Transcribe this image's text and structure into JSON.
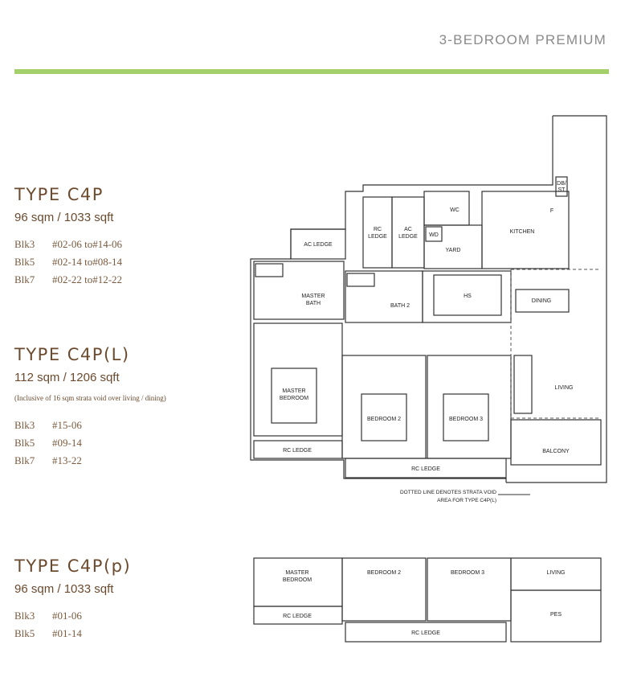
{
  "header": {
    "title": "3-BEDROOM PREMIUM"
  },
  "units": [
    {
      "type": "TYPE C4P",
      "area": "96 sqm /  1033 sqft",
      "note": "",
      "rows": [
        {
          "blk": "Blk3",
          "range": "#02-06 to#14-06"
        },
        {
          "blk": "Blk5",
          "range": "#02-14 to#08-14"
        },
        {
          "blk": "Blk7",
          "range": "#02-22 to#12-22"
        }
      ]
    },
    {
      "type": "TYPE C4P(L)",
      "area": "112 sqm /  1206 sqft",
      "note": "(Inclusive of 16 sqm strata void over living  / dining)",
      "rows": [
        {
          "blk": "Blk3",
          "range": "#15-06"
        },
        {
          "blk": "Blk5",
          "range": "#09-14"
        },
        {
          "blk": "Blk7",
          "range": "#13-22"
        }
      ]
    },
    {
      "type": "TYPE C4P(p)",
      "area": "96 sqm /  1033 sqft",
      "note": "",
      "rows": [
        {
          "blk": "Blk3",
          "range": "#01-06"
        },
        {
          "blk": "Blk5",
          "range": "#01-14"
        }
      ]
    }
  ],
  "plan": {
    "rooms": {
      "ac_ledge_1": "AC LEDGE",
      "rc_ledge_top_1": "RC",
      "rc_ledge_top_2": "LEDGE",
      "ac_ledge_2a": "AC",
      "ac_ledge_2b": "LEDGE",
      "wc": "WC",
      "wd": "WD",
      "yard": "YARD",
      "kitchen": "KITCHEN",
      "db_st_1": "DB/",
      "db_st_2": "ST",
      "fridge": "F",
      "master_bath_1": "MASTER",
      "master_bath_2": "BATH",
      "bath2": "BATH 2",
      "hs": "HS",
      "dining": "DINING",
      "master_bedroom_1": "MASTER",
      "master_bedroom_2": "BEDROOM",
      "bedroom2": "BEDROOM 2",
      "bedroom3": "BEDROOM 3",
      "living": "LIVING",
      "balcony": "BALCONY",
      "rc_ledge_left": "RC LEDGE",
      "rc_ledge_bottom": "RC LEDGE"
    },
    "void_note_1": "DOTTED LINE DENOTES STRATA VOID",
    "void_note_2": "AREA FOR TYPE C4P(L)"
  },
  "plan2": {
    "master_bedroom_1": "MASTER",
    "master_bedroom_2": "BEDROOM",
    "bedroom2": "BEDROOM 2",
    "bedroom3": "BEDROOM 3",
    "living": "LIVING",
    "pes": "PES",
    "rc_ledge_left": "RC LEDGE",
    "rc_ledge_bottom": "RC LEDGE"
  },
  "colors": {
    "accent_green": "#a5cf6b",
    "brown_text": "#6b4a2e",
    "header_grey": "#8a8a8a"
  }
}
